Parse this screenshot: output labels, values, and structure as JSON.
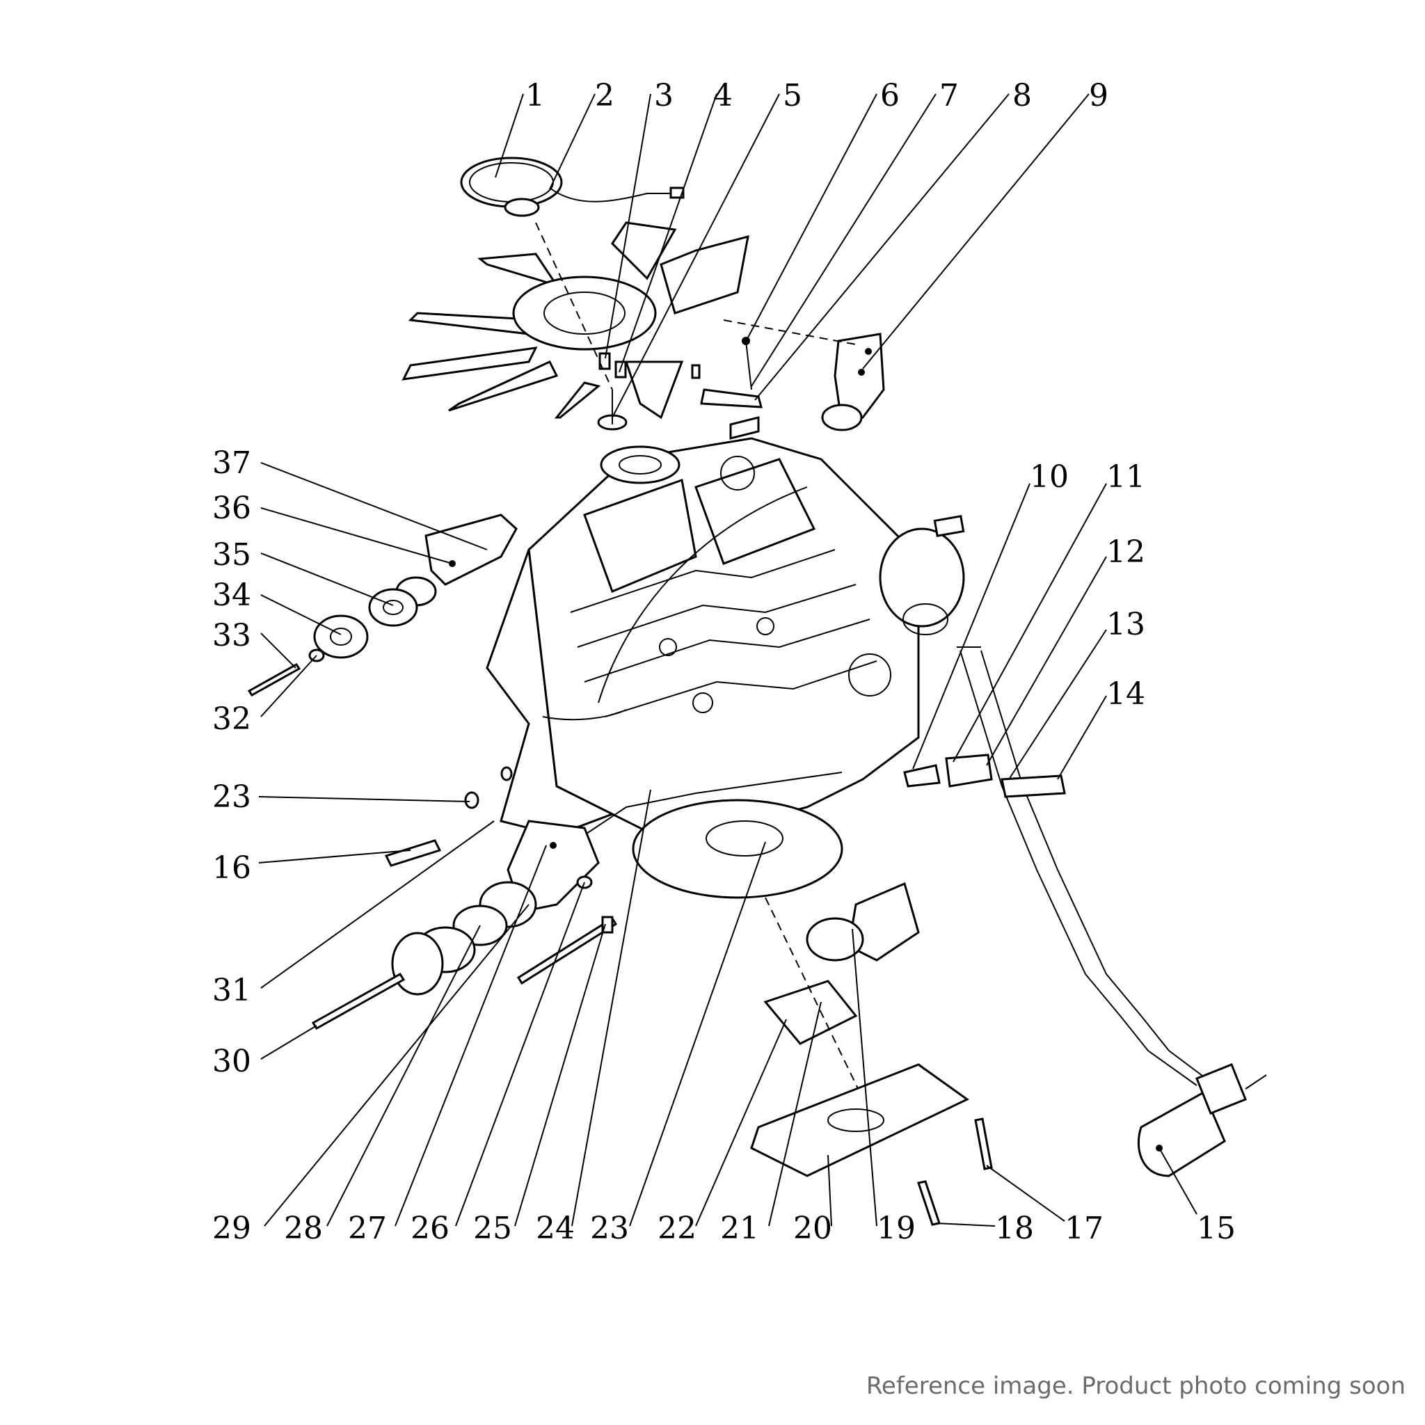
{
  "callouts": [
    "1",
    "2",
    "3",
    "4",
    "5",
    "6",
    "7",
    "8",
    "9",
    "10",
    "11",
    "12",
    "13",
    "14",
    "15",
    "16",
    "17",
    "18",
    "19",
    "20",
    "21",
    "22",
    "23",
    "23",
    "24",
    "25",
    "26",
    "27",
    "28",
    "29",
    "30",
    "31",
    "32",
    "33",
    "34",
    "35",
    "36",
    "37"
  ],
  "watermark": "Reference image. Product photo coming soon"
}
